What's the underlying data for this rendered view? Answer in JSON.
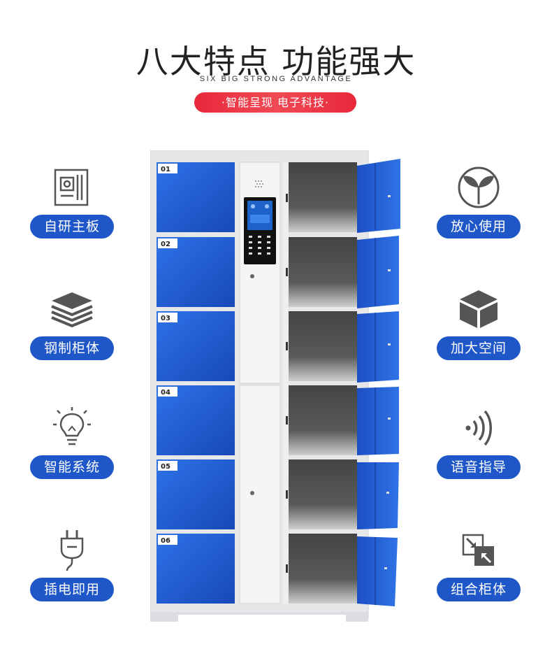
{
  "header": {
    "title": "八大特点 功能强大",
    "subtitle": "SIX BIG STRONG ADVANTAGE",
    "tagline": "·智能呈现 电子科技·"
  },
  "features_left": [
    {
      "label": "自研主板",
      "icon": "circuit-board-icon"
    },
    {
      "label": "钢制柜体",
      "icon": "layers-icon"
    },
    {
      "label": "智能系统",
      "icon": "lightbulb-icon"
    },
    {
      "label": "插电即用",
      "icon": "plug-icon"
    }
  ],
  "features_right": [
    {
      "label": "放心使用",
      "icon": "sprout-icon"
    },
    {
      "label": "加大空间",
      "icon": "cube-icon"
    },
    {
      "label": "语音指导",
      "icon": "sound-wave-icon"
    },
    {
      "label": "组合柜体",
      "icon": "combine-arrows-icon"
    }
  ],
  "locker": {
    "door_numbers": [
      "01",
      "02",
      "03",
      "04",
      "05",
      "06"
    ],
    "colors": {
      "door_blue": "#1f5fd6",
      "frame": "#e9eaec",
      "accent": "#1f57c9",
      "pill": "#e8283a"
    }
  }
}
